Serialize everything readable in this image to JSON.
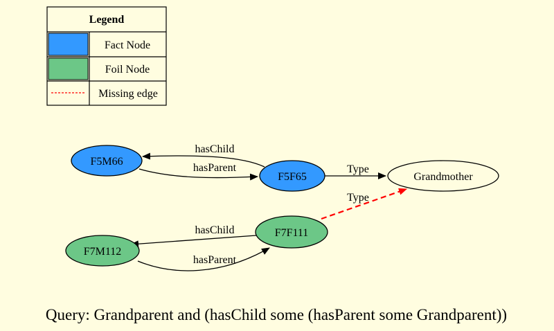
{
  "legend": {
    "title": "Legend",
    "fact_label": "Fact Node",
    "foil_label": "Foil Node",
    "missing_label": "Missing edge"
  },
  "colors": {
    "background": "#fffde0",
    "fact_fill": "#3399ff",
    "foil_fill": "#6cc787",
    "class_fill": "#fffde0",
    "missing_edge": "#ff0000",
    "edge": "#000000"
  },
  "nodes": {
    "f5m66": "F5M66",
    "f5f65": "F5F65",
    "grandmother": "Grandmother",
    "f7f111": "F7F111",
    "f7m112": "F7M112"
  },
  "edges": {
    "f5_has_child": "hasChild",
    "f5_has_parent": "hasParent",
    "f5_type": "Type",
    "f7_type_missing": "Type",
    "f7_has_child": "hasChild",
    "f7_has_parent": "hasParent"
  },
  "query": "Query: Grandparent and (hasChild some (hasParent some Grandparent))"
}
